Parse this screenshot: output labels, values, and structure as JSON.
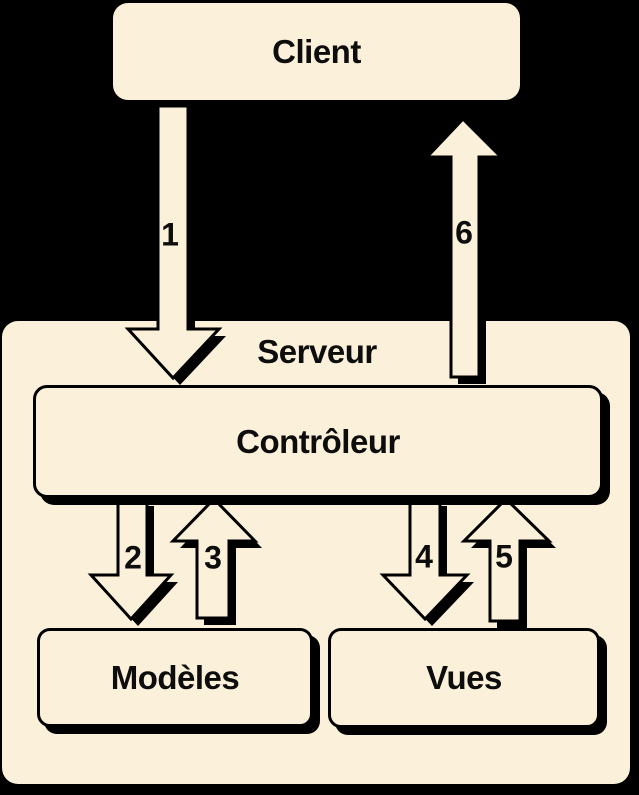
{
  "colors": {
    "background": "#000000",
    "box_fill": "#FBF0D9",
    "outline": "#000000"
  },
  "nodes": {
    "client": {
      "label": "Client"
    },
    "server": {
      "label": "Serveur"
    },
    "controller": {
      "label": "Contrôleur"
    },
    "models": {
      "label": "Modèles"
    },
    "views": {
      "label": "Vues"
    }
  },
  "arrows": [
    {
      "label": "1",
      "direction": "down",
      "from": "client",
      "to": "controller"
    },
    {
      "label": "2",
      "direction": "down",
      "from": "controller",
      "to": "models"
    },
    {
      "label": "3",
      "direction": "up",
      "from": "models",
      "to": "controller"
    },
    {
      "label": "4",
      "direction": "down",
      "from": "controller",
      "to": "views"
    },
    {
      "label": "5",
      "direction": "up",
      "from": "views",
      "to": "controller"
    },
    {
      "label": "6",
      "direction": "up",
      "from": "server",
      "to": "client"
    }
  ]
}
